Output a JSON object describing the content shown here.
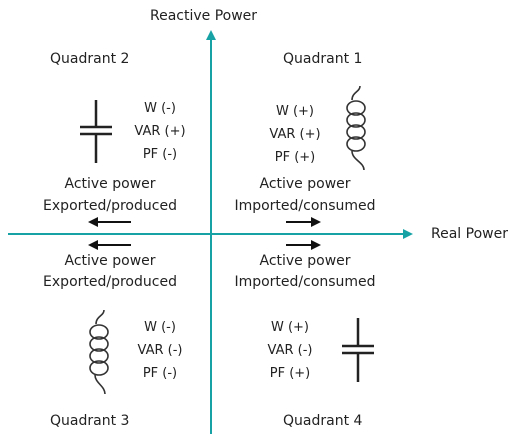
{
  "axes": {
    "vertical_label": "Reactive Power",
    "horizontal_label": "Real Power",
    "axis_color": "#17a3a6"
  },
  "quadrants": {
    "q1": {
      "title": "Quadrant 1",
      "w": "W (+)",
      "var": "VAR (+)",
      "pf": "PF (+)",
      "upper_line1": "Active power",
      "upper_line2": "Imported/consumed",
      "component": "inductor-icon"
    },
    "q2": {
      "title": "Quadrant 2",
      "w": "W (-)",
      "var": "VAR (+)",
      "pf": "PF (-)",
      "upper_line1": "Active power",
      "upper_line2": "Exported/produced",
      "component": "capacitor-icon"
    },
    "q3": {
      "title": "Quadrant 3",
      "w": "W (-)",
      "var": "VAR (-)",
      "pf": "PF (-)",
      "lower_line1": "Active power",
      "lower_line2": "Exported/produced",
      "component": "inductor-icon"
    },
    "q4": {
      "title": "Quadrant 4",
      "w": "W (+)",
      "var": "VAR (-)",
      "pf": "PF (+)",
      "lower_line1": "Active power",
      "lower_line2": "Imported/consumed",
      "component": "capacitor-icon"
    }
  },
  "arrows": {
    "left_icon": "arrow-left-icon",
    "right_icon": "arrow-right-icon",
    "color": "#111111"
  }
}
